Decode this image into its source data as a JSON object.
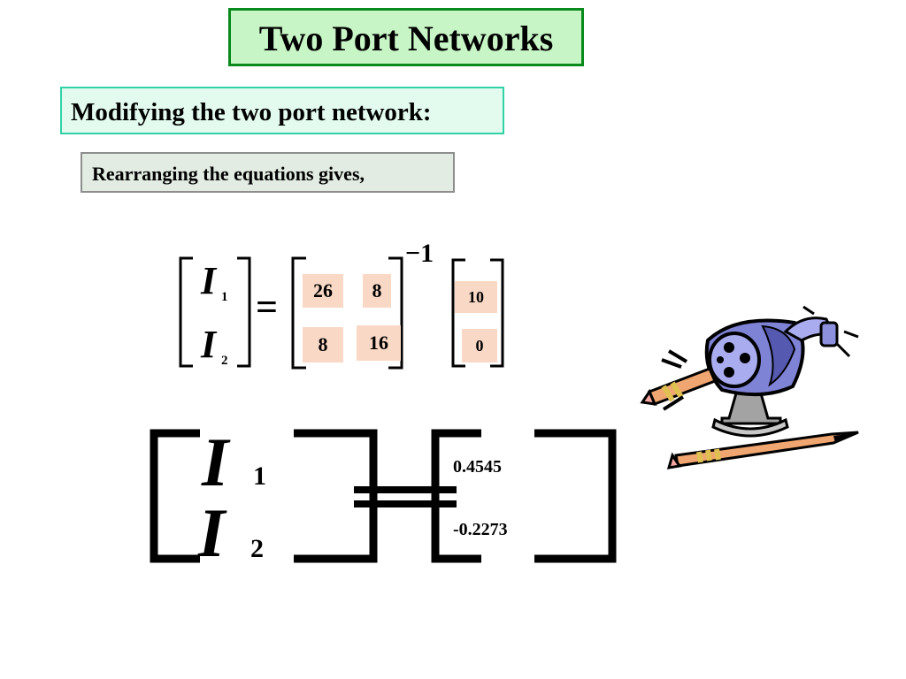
{
  "slide": {
    "title": "Two Port Networks",
    "subtitle": "Modifying the two port network:",
    "note": "Rearranging the equations gives,"
  },
  "equation1": {
    "lhs": [
      {
        "symbol": "I",
        "sub": "1"
      },
      {
        "symbol": "I",
        "sub": "2"
      }
    ],
    "equals": "=",
    "matrix": [
      [
        "26",
        "8"
      ],
      [
        "8",
        "16"
      ]
    ],
    "exponent": "−1",
    "vector": [
      "10",
      "0"
    ]
  },
  "equation2": {
    "lhs": [
      {
        "symbol": "I",
        "sub": "1"
      },
      {
        "symbol": "I",
        "sub": "2"
      }
    ],
    "result": [
      "0.4545",
      "-0.2273"
    ]
  },
  "clipart": {
    "icon": "pencil-sharpener-icon"
  }
}
